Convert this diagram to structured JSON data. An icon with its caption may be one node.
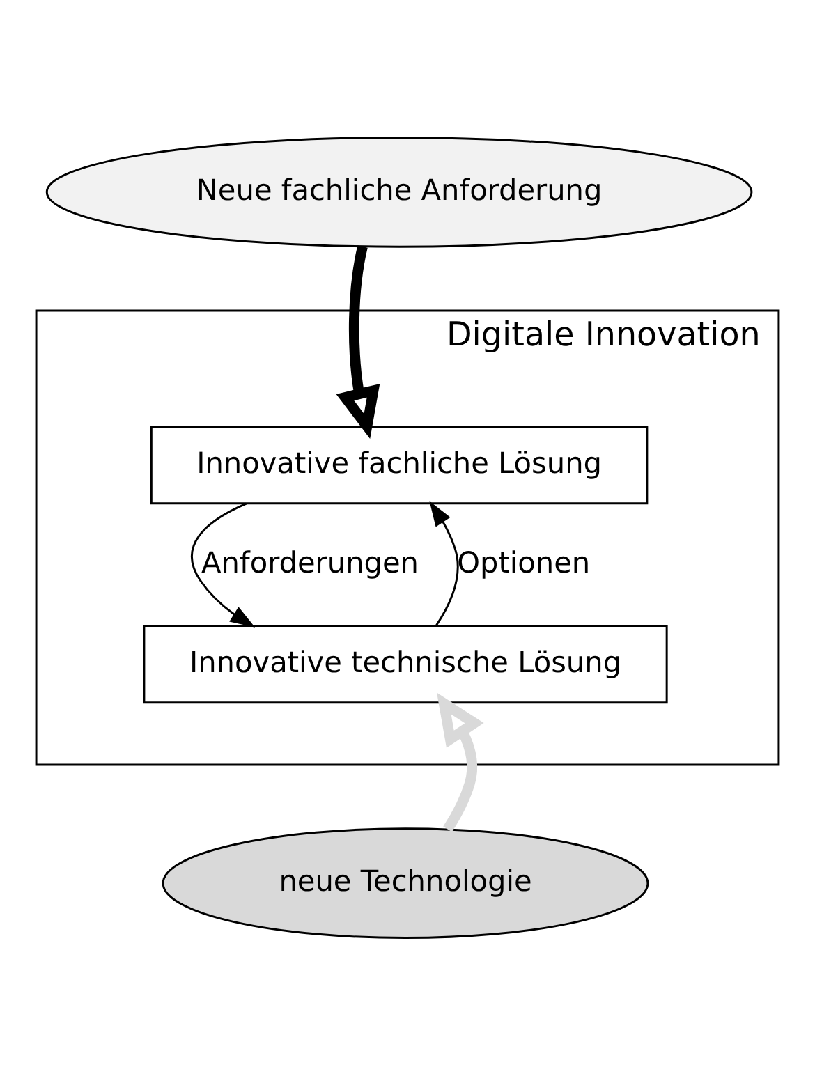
{
  "diagram": {
    "nodes": [
      {
        "text": [
          "Neue fachliche Anforderung"
        ]
      },
      {
        "text": [
          "Digitale Innovation"
        ]
      },
      {
        "text": [
          "Innovative fachliche Lösung"
        ],
        "in": 1
      },
      {
        "text": [
          "Innovative technische Lösung"
        ],
        "in": 1
      },
      {
        "text": [
          "neue Technologie"
        ]
      }
    ],
    "edges": [
      {
        "from": 0,
        "to": 2,
        "arrow": "to",
        "style": "thick"
      },
      {
        "from": 2,
        "to": 3,
        "arrow": "to",
        "label": "Anforderungen"
      },
      {
        "from": 3,
        "to": 2,
        "arrow": "to",
        "label": "Optionen"
      },
      {
        "from": 4,
        "to": 3,
        "arrow": "to",
        "style": "thick",
        "color": "#d9d9d9"
      }
    ]
  }
}
